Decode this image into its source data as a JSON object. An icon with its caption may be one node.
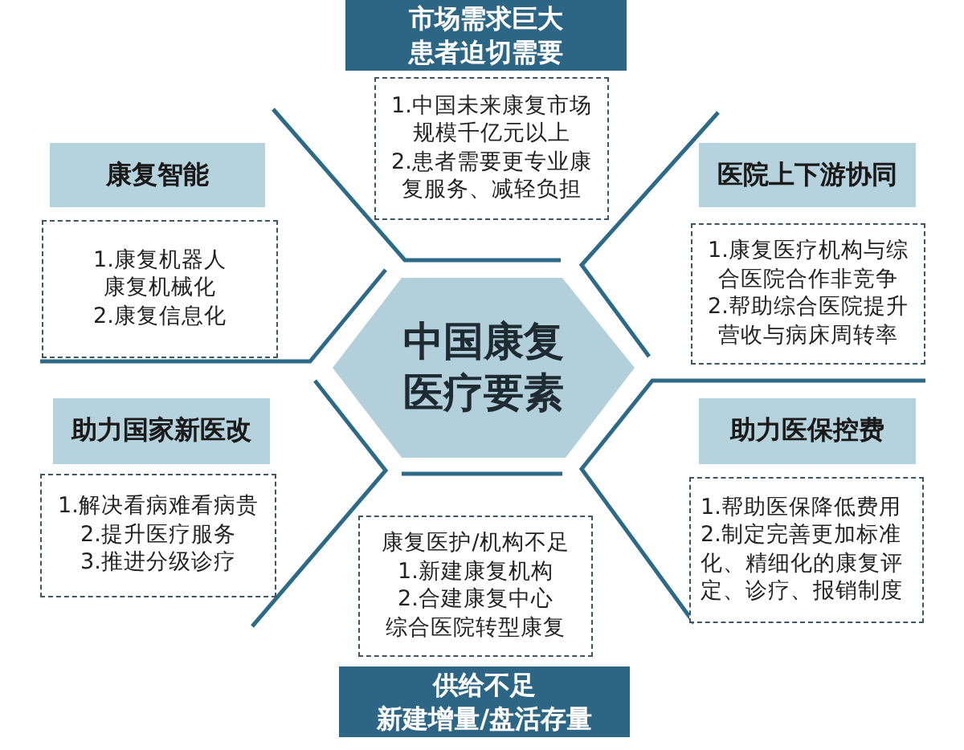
{
  "diagram": {
    "nodes": [
      {
        "text": [
          "中国康复医疗要素"
        ]
      },
      {
        "text": [
          "市场需求巨大",
          "患者迫切需要"
        ]
      },
      {
        "text": [
          "1.中国未来康复市场规模千亿元以上",
          "2.患者需要更专业康复服务、减轻负担"
        ]
      },
      {
        "text": [
          "康复智能"
        ]
      },
      {
        "text": [
          "1.康复机器人",
          "康复机械化",
          "2.康复信息化"
        ]
      },
      {
        "text": [
          "医院上下游协同"
        ]
      },
      {
        "text": [
          "1.康复医疗机构与综合医院合作非竞争",
          "2.帮助综合医院提升营收与病床周转率"
        ]
      },
      {
        "text": [
          "助力国家新医改"
        ]
      },
      {
        "text": [
          "1.解决看病难看病贵",
          "2.提升医疗服务",
          "3.推进分级诊疗"
        ]
      },
      {
        "text": [
          "助力医保控费"
        ]
      },
      {
        "text": [
          "1.帮助医保降低费用",
          "2.制定完善更加标准化、精细化的康复评定、诊疗、报销制度"
        ]
      },
      {
        "text": [
          "康复医护/机构不足",
          "1.新建康复机构",
          "2.合建康复中心",
          "综合医院转型康复"
        ]
      },
      {
        "text": [
          "供给不足",
          "新建增量/盘活存量"
        ]
      }
    ]
  }
}
